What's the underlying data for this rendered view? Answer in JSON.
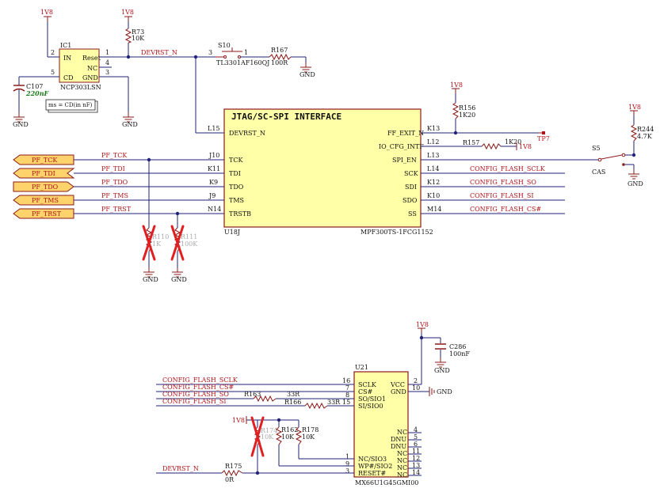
{
  "colors": {
    "wire": "#22227a",
    "part": "#8b1a1a",
    "ic_fill": "#ffffa8",
    "net": "#b0141a",
    "port_fill": "#ffd36b",
    "x_mark": "#e02020"
  },
  "ic1": {
    "ref": "IC1",
    "part": "NCP303LSN",
    "pins": {
      "p1": "1",
      "p2": "2",
      "p3": "3",
      "p4": "4",
      "p5": "5"
    },
    "in": "IN",
    "reset": "Reset",
    "nc": "NC",
    "cd": "CD",
    "gnd": "GND"
  },
  "c107": {
    "ref": "C107",
    "value": "220nF",
    "note": "ms = CD(in nF)"
  },
  "r73": {
    "ref": "R73",
    "value": "10K"
  },
  "rail_1v8": "1V8",
  "gnd": "GND",
  "net_devrst": "DEVRST_N",
  "s10": {
    "ref": "S10",
    "part": "TL3301AF160QJ",
    "pin1": "1",
    "pin3": "3"
  },
  "r167": {
    "ref": "R167",
    "value": "100R"
  },
  "u18": {
    "title": "JTAG/SC-SPI INTERFACE",
    "ref": "U18J",
    "part": "MPF300TS-1FCG1152",
    "left_pins": [
      {
        "name": "DEVRST_N",
        "ball": "L15"
      },
      {
        "name": "TCK",
        "ball": "J10"
      },
      {
        "name": "TDI",
        "ball": "K11"
      },
      {
        "name": "TDO",
        "ball": "K9"
      },
      {
        "name": "TMS",
        "ball": "J9"
      },
      {
        "name": "TRSTB",
        "ball": "N14"
      }
    ],
    "right_pins": [
      {
        "name": "FF_EXIT_N",
        "ball": "K13"
      },
      {
        "name": "IO_CFG_INTF",
        "ball": "L12"
      },
      {
        "name": "SPI_EN",
        "ball": "L13"
      },
      {
        "name": "SCK",
        "ball": "L14"
      },
      {
        "name": "SDI",
        "ball": "K12"
      },
      {
        "name": "SDO",
        "ball": "K10"
      },
      {
        "name": "SS",
        "ball": "M14"
      }
    ]
  },
  "ports": [
    {
      "label": "PF_TCK",
      "net": "PF_TCK"
    },
    {
      "label": "PF_TDI",
      "net": "PF_TDI"
    },
    {
      "label": "PF_TDO",
      "net": "PF_TDO"
    },
    {
      "label": "PF_TMS",
      "net": "PF_TMS"
    },
    {
      "label": "PF_TRST",
      "net": "PF_TRST"
    }
  ],
  "right_nets": [
    "CONFIG_FLASH_SCLK",
    "CONFIG_FLASH_SO",
    "CONFIG_FLASH_SI",
    "CONFIG_FLASH_CS#"
  ],
  "r110": {
    "ref": "R110",
    "value": "1K"
  },
  "r111": {
    "ref": "R111",
    "value": "100K"
  },
  "r156": {
    "ref": "R156",
    "value": "1K20"
  },
  "tp7": "TP7",
  "r157": {
    "ref": "R157",
    "value": "1K20"
  },
  "r244": {
    "ref": "R244",
    "value": "4.7K"
  },
  "s5": {
    "ref": "S5",
    "label": "CAS"
  },
  "u21": {
    "ref": "U21",
    "part": "MX66U1G45GMI00",
    "left": [
      {
        "name": "SCLK",
        "pin": "16"
      },
      {
        "name": "CS#",
        "pin": "7"
      },
      {
        "name": "SO/SIO1",
        "pin": "8"
      },
      {
        "name": "SI/SIO0",
        "pin": "15"
      },
      {
        "name": "NC/SIO3",
        "pin": "1"
      },
      {
        "name": "WP#/SIO2",
        "pin": "9"
      },
      {
        "name": "RESET#",
        "pin": "3"
      }
    ],
    "right": [
      {
        "name": "VCC",
        "pin": "2"
      },
      {
        "name": "GND",
        "pin": "10"
      },
      {
        "name": "NC",
        "pin": "4"
      },
      {
        "name": "DNU",
        "pin": "5"
      },
      {
        "name": "DNU",
        "pin": "6"
      },
      {
        "name": "NC",
        "pin": "11"
      },
      {
        "name": "NC",
        "pin": "12"
      },
      {
        "name": "NC",
        "pin": "13"
      },
      {
        "name": "NC",
        "pin": "14"
      }
    ]
  },
  "c286": {
    "ref": "C286",
    "value": "100nF"
  },
  "flash_nets": [
    "CONFIG_FLASH_SCLK",
    "CONFIG_FLASH_CS#",
    "CONFIG_FLASH_SO",
    "CONFIG_FLASH_SI"
  ],
  "r163": {
    "ref": "R163",
    "value": "33R"
  },
  "r166": {
    "ref": "R166",
    "value": "33R"
  },
  "r174": {
    "ref": "R174",
    "value": "10K"
  },
  "r162": {
    "ref": "R162",
    "value": "10K"
  },
  "r178": {
    "ref": "R178",
    "value": "10K"
  },
  "r175": {
    "ref": "R175",
    "value": "0R"
  },
  "net_devrst_bottom": "DEVRST_N"
}
